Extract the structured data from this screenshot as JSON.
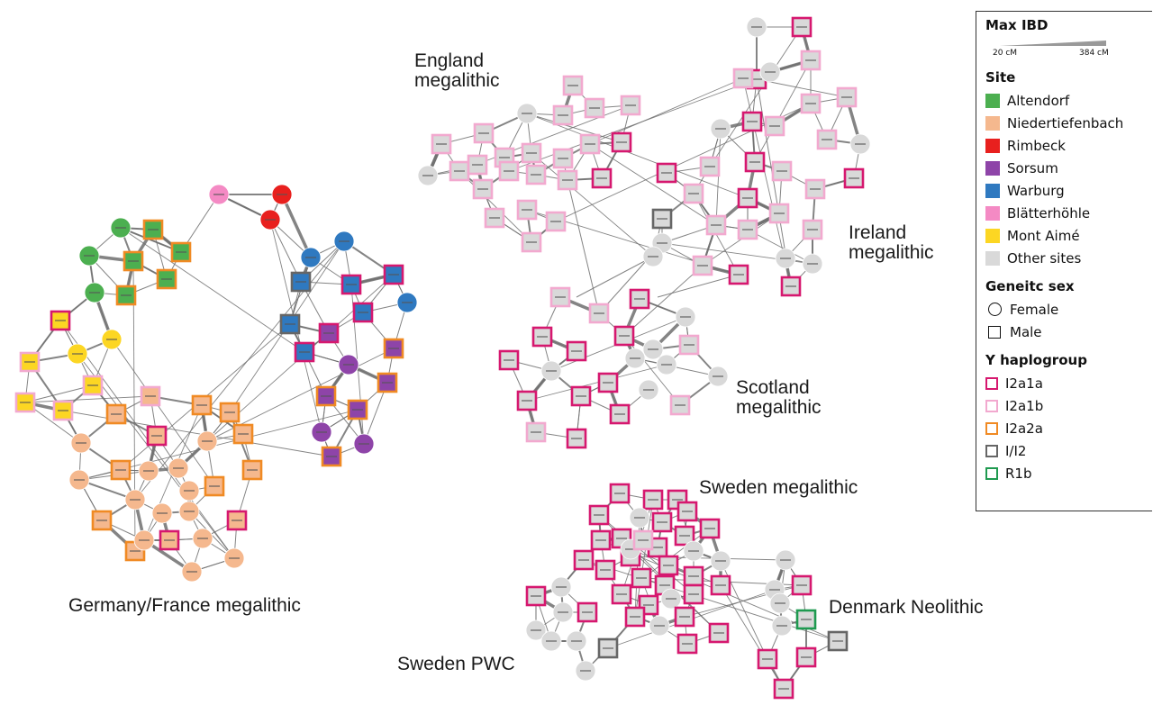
{
  "cluster_labels": [
    {
      "id": "england",
      "lines": [
        "England",
        "megalithic"
      ]
    },
    {
      "id": "ireland",
      "lines": [
        "Ireland",
        "megalithic"
      ]
    },
    {
      "id": "scotland",
      "lines": [
        "Scotland",
        "megalithic"
      ]
    },
    {
      "id": "sweden-meg",
      "lines": [
        "Sweden megalithic"
      ]
    },
    {
      "id": "denmark",
      "lines": [
        "Denmark Neolithic"
      ]
    },
    {
      "id": "sweden-pwc",
      "lines": [
        "Sweden PWC"
      ]
    },
    {
      "id": "germany",
      "lines": [
        "Germany/France megalithic"
      ]
    }
  ],
  "legend": {
    "ibd": {
      "title": "Max IBD",
      "min_label": "20 cM",
      "max_label": "384 cM"
    },
    "site": {
      "title": "Site",
      "items": [
        {
          "label": "Altendorf",
          "color": "#4caf50"
        },
        {
          "label": "Niedertiefenbach",
          "color": "#f5b88e"
        },
        {
          "label": "Rimbeck",
          "color": "#e8201e"
        },
        {
          "label": "Sorsum",
          "color": "#8e44a8"
        },
        {
          "label": "Warburg",
          "color": "#2f79c0"
        },
        {
          "label": "Blätterhöhle",
          "color": "#f48ac4"
        },
        {
          "label": "Mont Aimé",
          "color": "#fcd623"
        },
        {
          "label": "Other sites",
          "color": "#d9d9d9"
        }
      ]
    },
    "sex": {
      "title": "Geneitc sex",
      "items": [
        {
          "label": "Female",
          "shape": "circle"
        },
        {
          "label": "Male",
          "shape": "square"
        }
      ]
    },
    "yhap": {
      "title": "Y haplogroup",
      "items": [
        {
          "label": "I2a1a",
          "color": "#d6186f"
        },
        {
          "label": "I2a1b",
          "color": "#f2a9cf"
        },
        {
          "label": "I2a2a",
          "color": "#f08a24"
        },
        {
          "label": "I/I2",
          "color": "#666666"
        },
        {
          "label": "R1b",
          "color": "#1f9a50"
        }
      ]
    }
  }
}
